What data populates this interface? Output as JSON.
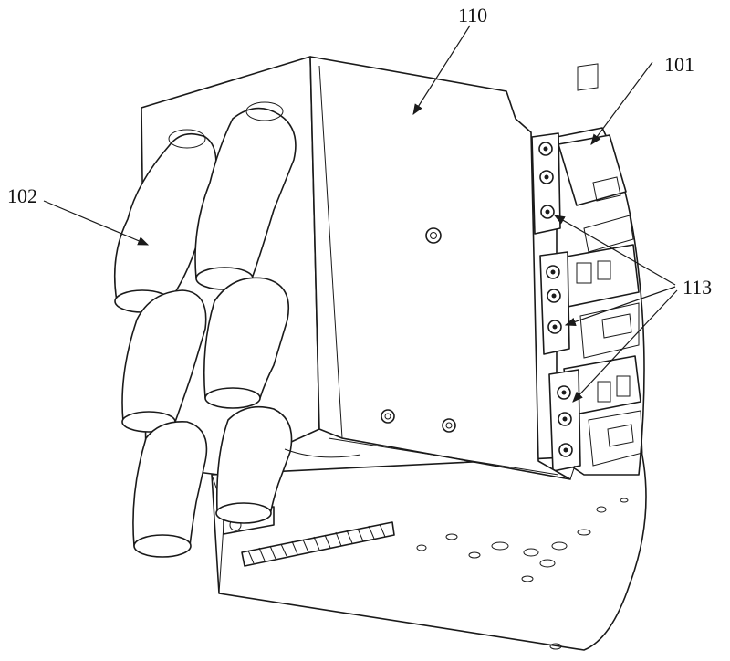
{
  "figure": {
    "labels": {
      "lid": "110",
      "chassis": "101",
      "tubes": "102",
      "clamps": "113"
    }
  }
}
